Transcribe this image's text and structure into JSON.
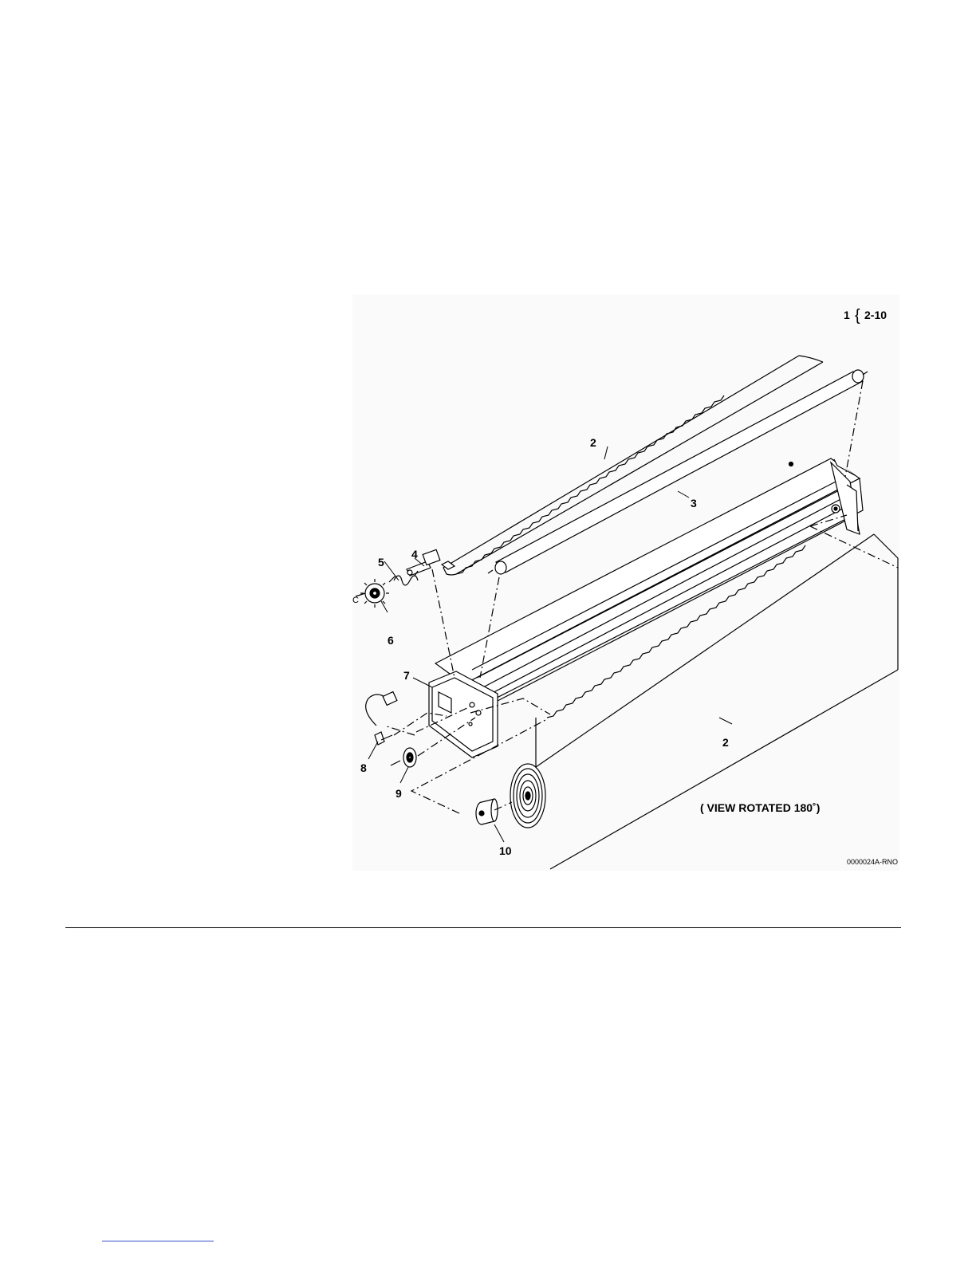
{
  "diagram": {
    "header": {
      "parent_item": "1",
      "brace": "{",
      "child_range": "2-10"
    },
    "callouts": {
      "c2_top": "2",
      "c3": "3",
      "c4": "4",
      "c5": "5",
      "c6": "6",
      "c_letter": "C",
      "c7": "7",
      "c8": "8",
      "c9": "9",
      "c2_bottom": "2",
      "c10": "10"
    },
    "note": "( VIEW ROTATED 180˚)",
    "drawing_code": "0000024A-RNO"
  }
}
